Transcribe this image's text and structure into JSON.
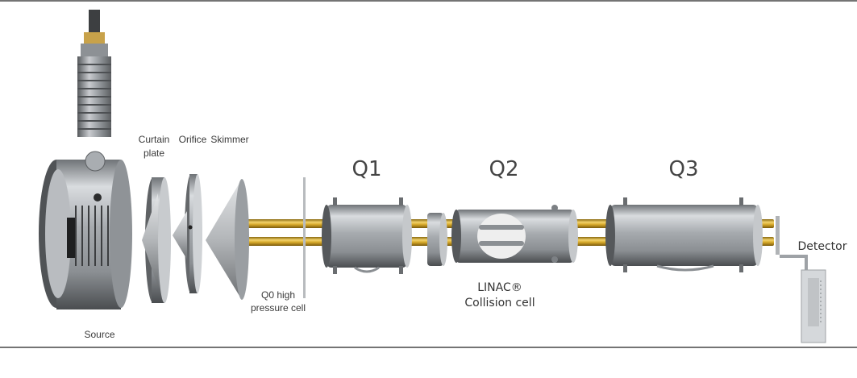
{
  "labels": {
    "source": "Source",
    "curtain_line1": "Curtain",
    "curtain_line2": "plate",
    "orifice": "Orifice",
    "skimmer": "Skimmer",
    "q0_line1": "Q0 high",
    "q0_line2": "pressure cell",
    "q1": "Q1",
    "q2": "Q2",
    "q3": "Q3",
    "linac_line1": "LINAC®",
    "linac_line2": "Collision cell",
    "detector": "Detector"
  }
}
